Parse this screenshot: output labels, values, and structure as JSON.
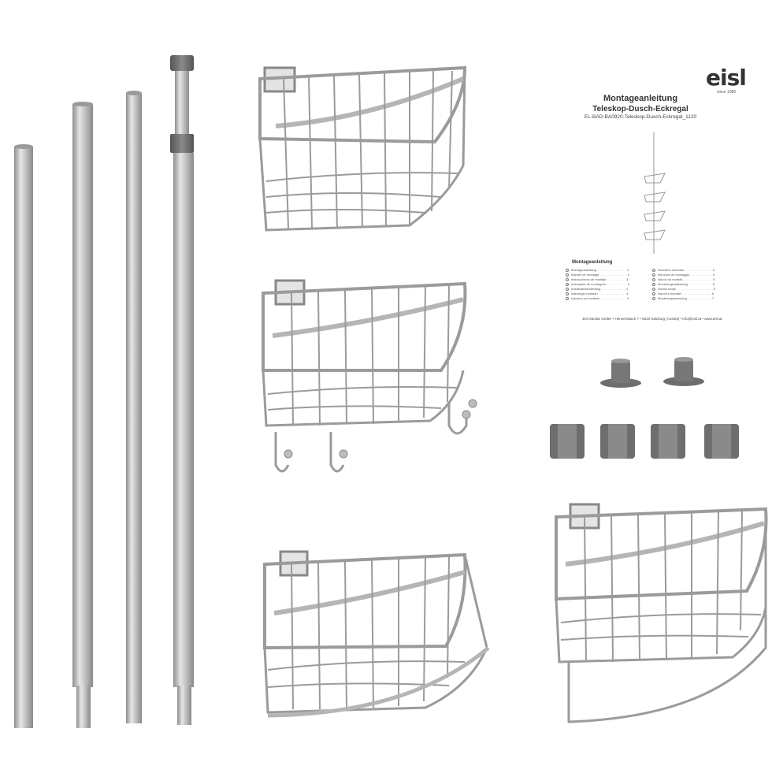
{
  "manual": {
    "logo": "eisl",
    "logo_sub": "since 1980",
    "title": "Montageanleitung",
    "subtitle": "Teleskop-Dusch-Eckregal",
    "code": "EL-BAD-BA0920-Teleskop-Dusch-Eckregal_1120",
    "toc_title": "Montageanleitung",
    "toc_left": [
      "Montageanleitung . . . . . . . . . . . . . . . . . 2",
      "Manuel de montage . . . . . . . . . . . . . . . . 2",
      "Instrucciones de montaje . . . . . . . . . . . 3",
      "Instruções de montagem . . . . . . . . . . . . 3",
      "Installatiehandleiding . . . . . . . . . . . . . . 4",
      "Instrukcja montażu . . . . . . . . . . . . . . . . 4",
      "Upustvo za montažu . . . . . . . . . . . . . . . 4"
    ],
    "toc_right": [
      "Szerelési útmutató . . . . . . . . . . . . . . . . 5",
      "Istruzioni di montaggio . . . . . . . . . . . . . 5",
      "Návod na montáž . . . . . . . . . . . . . . . . . 5",
      "Monteringsvejledning . . . . . . . . . . . . . . 6",
      "Asennusohje . . . . . . . . . . . . . . . . . . . . . 6",
      "Návod k montáži . . . . . . . . . . . . . . . . . 6",
      "Monteringsanvisning . . . . . . . . . . . . . . 7"
    ],
    "footer": "Eisl Sanitär GmbH • Hennersbach 7 • 5020 Salzburg (Austria) • info@eisl.at • www.eisl.at"
  },
  "colors": {
    "chrome": "#c9c9c9",
    "chrome_dark": "#8a8a8a",
    "pole": "#bdbdbd",
    "grey_part": "#6e6e6e"
  }
}
